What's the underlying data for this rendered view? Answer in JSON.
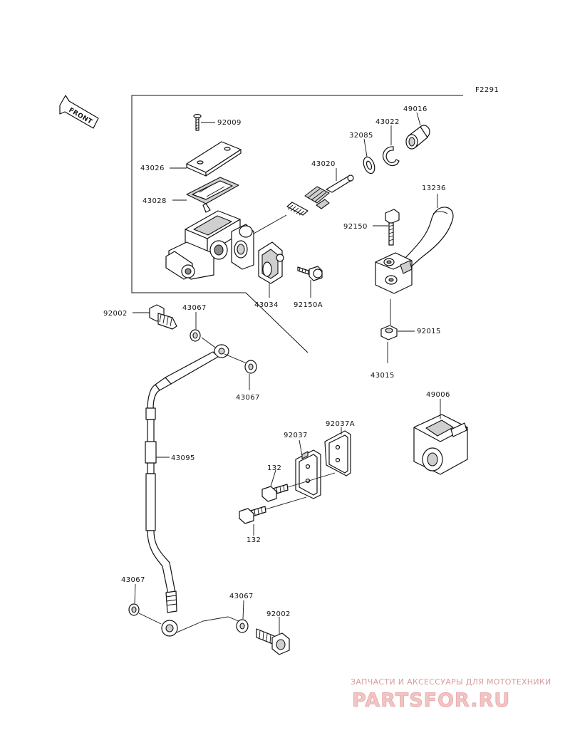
{
  "figure_code": "F2291",
  "front_label": "FRONT",
  "watermark": {
    "line1": "ЗАПЧАСТИ И АКСЕССУАРЫ ДЛЯ МОТОТЕХНИКИ",
    "line2": "PARTSFOR.RU"
  },
  "part_labels": {
    "p92009": "92009",
    "p43026": "43026",
    "p43028": "43028",
    "p43020": "43020",
    "p32085": "32085",
    "p43022": "43022",
    "p49016": "49016",
    "p13236": "13236",
    "p92150": "92150",
    "p43034": "43034",
    "p92150A": "92150A",
    "p92015": "92015",
    "p43015": "43015",
    "p92002_top": "92002",
    "p43067_a": "43067",
    "p43067_b": "43067",
    "p43095": "43095",
    "p49006": "49006",
    "p92037": "92037",
    "p92037A": "92037A",
    "p132_a": "132",
    "p132_b": "132",
    "p43067_c": "43067",
    "p43067_d": "43067",
    "p92002_bot": "92002"
  }
}
